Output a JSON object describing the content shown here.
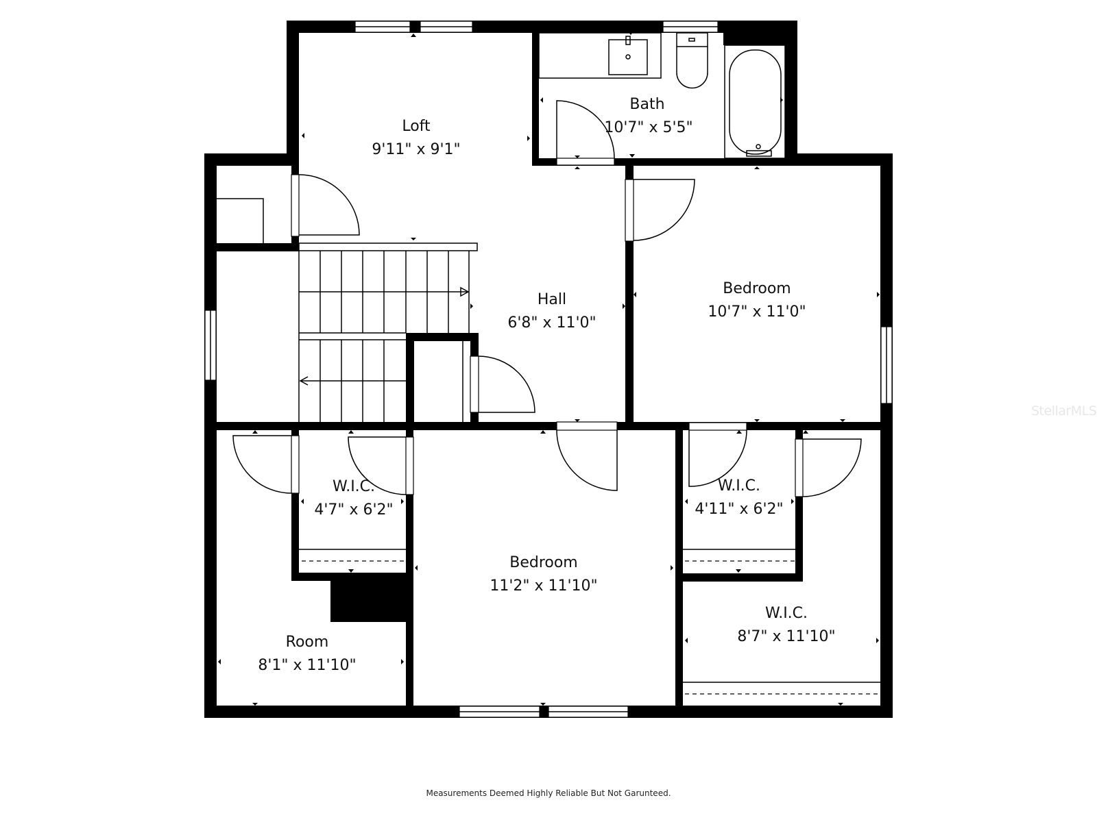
{
  "floorplan": {
    "rooms": [
      {
        "name": "Loft",
        "dimensions": "9'11\" x 9'1\""
      },
      {
        "name": "Bath",
        "dimensions": "10'7\" x 5'5\""
      },
      {
        "name": "Hall",
        "dimensions": "6'8\" x 11'0\""
      },
      {
        "name": "Bedroom",
        "dimensions": "10'7\" x 11'0\""
      },
      {
        "name": "W.I.C.",
        "dimensions": "4'7\" x 6'2\""
      },
      {
        "name": "Bedroom",
        "dimensions": "11'2\" x 11'10\""
      },
      {
        "name": "W.I.C.",
        "dimensions": "4'11\" x 6'2\""
      },
      {
        "name": "W.I.C.",
        "dimensions": "8'7\" x 11'10\""
      },
      {
        "name": "Room",
        "dimensions": "8'1\" x 11'10\""
      }
    ]
  },
  "footer": {
    "disclaimer": "Measurements Deemed Highly Reliable But Not Garunteed."
  },
  "watermark": {
    "text": "StellarMLS"
  }
}
